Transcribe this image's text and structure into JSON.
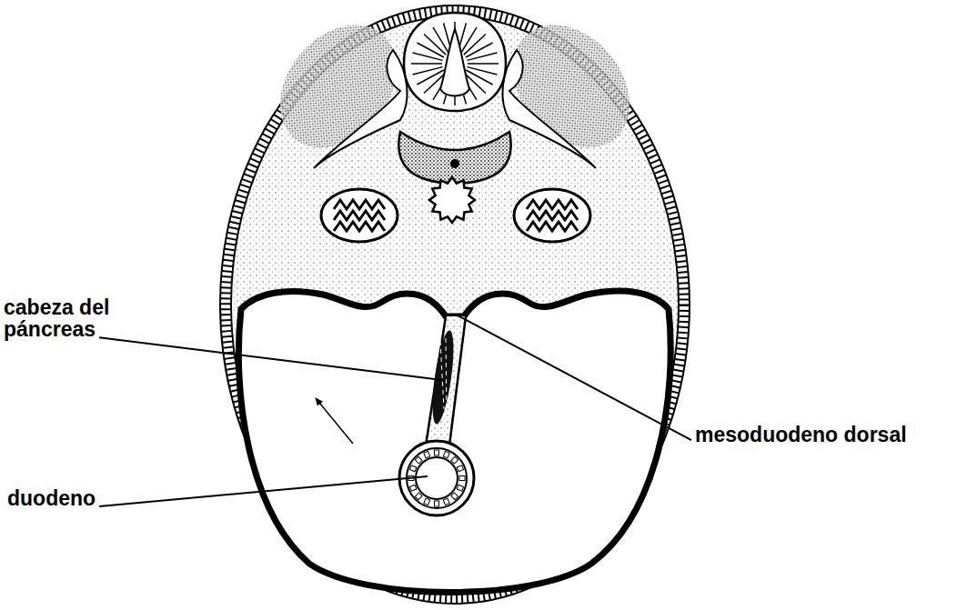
{
  "diagram": {
    "labels": [
      "cabeza del páncreas",
      "duodeno",
      "mesoduodeno dorsal"
    ]
  }
}
